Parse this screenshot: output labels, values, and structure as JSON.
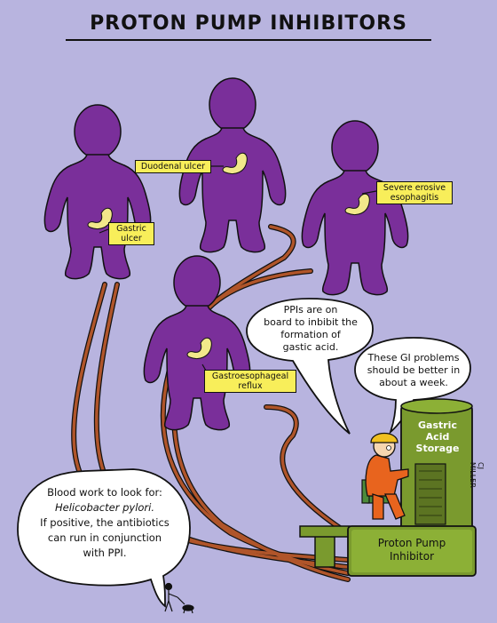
{
  "title": "PROTON PUMP INHIBITORS",
  "labels": {
    "duodenal": "Duodenal ulcer",
    "gastric": "Gastric ulcer",
    "esophagitis": "Severe erosive esophagitis",
    "reflux": "Gastroesophageal reflux"
  },
  "bubbles": {
    "ppi_line1": "PPIs are on",
    "ppi_line2": "board to inbibit the",
    "ppi_line3": "formation of",
    "ppi_line4": "gastic acid.",
    "gi_line1": "These GI problems",
    "gi_line2": "should be better in",
    "gi_line3": "about a week.",
    "blood_line1": "Blood work to look for:",
    "blood_line2": "Helicobacter pylori.",
    "blood_line3": "If positive, the antibiotics",
    "blood_line4": "can run in conjunction",
    "blood_line5": "with PPI."
  },
  "machine": {
    "storage_line1": "Gastric",
    "storage_line2": "Acid",
    "storage_line3": "Storage",
    "pump_line1": "Proton Pump",
    "pump_line2": "Inhibitor"
  },
  "signature": "CJ MILLER",
  "colors": {
    "background": "#b8b4df",
    "figure": "#7a2f9a",
    "stomach": "#f2e88a",
    "tube": "#b0552a",
    "machine": "#7a9a2e",
    "worker": "#e8641e",
    "label": "#f8ee5a"
  }
}
